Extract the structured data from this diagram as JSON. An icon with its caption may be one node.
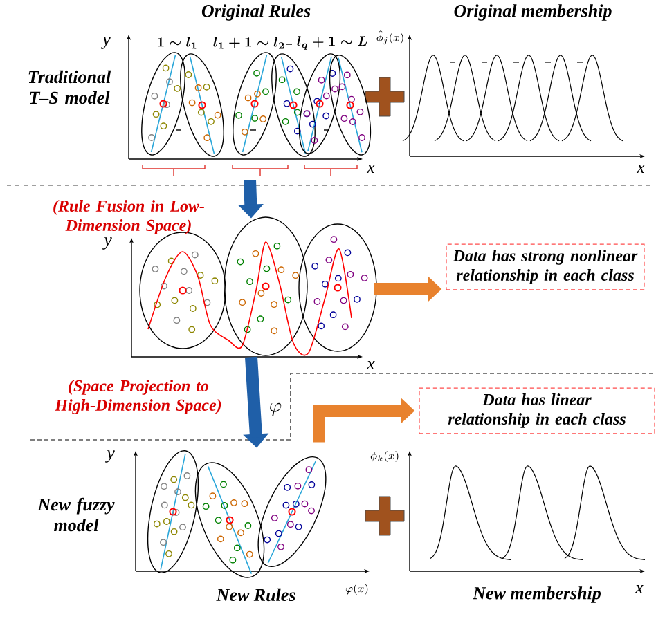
{
  "diagram": {
    "nodes": [
      {
        "text": [],
        "shape": "picture",
        "beside": [
          "Original Rules"
        ]
      },
      {
        "text": [],
        "shape": "picture"
      },
      {
        "text": [
          "Data has strong nonlinear relationship in each class"
        ]
      },
      {
        "text": [
          "Data has linear relationship in each class"
        ]
      },
      {
        "text": [],
        "shape": "picture",
        "beside": [
          "New Rules"
        ]
      }
    ],
    "edges": [
      {
        "from": 0,
        "to": 1,
        "arrow": "to",
        "color": "#1f5fa8",
        "label": "(Rule Fusion in Low-Dimension Space)"
      },
      {
        "from": 1,
        "to": 2,
        "arrow": "to",
        "color": "#e8822e"
      },
      {
        "from": 1,
        "to": 4,
        "arrow": "to",
        "color": "#1f5fa8",
        "label": "(Space Projection to High-Dimension Space)"
      },
      {
        "from": 4,
        "to": 3,
        "arrow": "to",
        "color": "#e8822e"
      }
    ],
    "labels": [
      "Original membership",
      "Traditional T–S model",
      "y",
      "1\\sim l_1",
      "l_1+1\\sim l_2",
      "l_q+1\\sim L",
      "\\hat{\\phi}_j(x)",
      "x",
      "x",
      "y",
      "x",
      "\\varphi",
      "y",
      "New fuzzy model",
      "\\phi_k(x)",
      "\\varphi(x)",
      "New membership",
      "x"
    ]
  }
}
